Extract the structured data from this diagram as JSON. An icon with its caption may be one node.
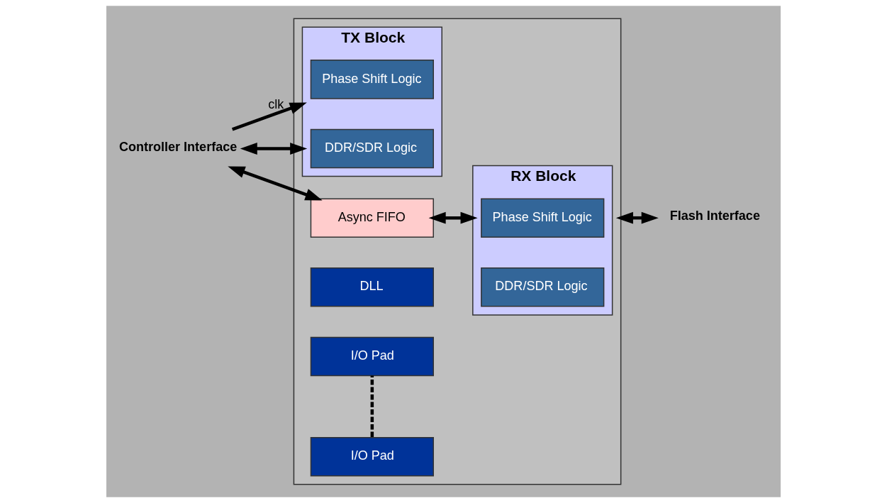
{
  "diagram": {
    "nodes": [
      {
        "text": [],
        "shape": "box"
      },
      {
        "text": [
          "TX Block"
        ],
        "in": 0
      },
      {
        "text": [
          "Phase Shift Logic"
        ],
        "in": 1
      },
      {
        "text": [
          "DDR/SDR Logic"
        ],
        "in": 1
      },
      {
        "text": [
          "RX Block"
        ],
        "in": 0
      },
      {
        "text": [
          "Phase Shift Logic"
        ],
        "in": 4
      },
      {
        "text": [
          "DDR/SDR Logic"
        ],
        "in": 4
      },
      {
        "text": [
          "Async FIFO"
        ],
        "in": 0
      },
      {
        "text": [
          "DLL"
        ],
        "in": 0
      },
      {
        "text": [
          "I/O Pad"
        ],
        "in": 0
      },
      {
        "text": [
          "I/O Pad"
        ],
        "in": 0
      },
      {
        "text": [
          "Controller Interface"
        ]
      },
      {
        "text": [
          "Flash Interface"
        ]
      }
    ],
    "edges": [
      {
        "from": 11,
        "to": 1,
        "arrow": "to",
        "label": "clk"
      },
      {
        "from": 11,
        "to": 1,
        "arrow": "both"
      },
      {
        "from": 11,
        "to": 7,
        "arrow": "both"
      },
      {
        "from": 7,
        "to": 4,
        "arrow": "both"
      },
      {
        "from": 9,
        "to": 10,
        "arrow": "none",
        "style": "dashed"
      },
      {
        "from": 0,
        "to": 12,
        "arrow": "both"
      }
    ]
  }
}
